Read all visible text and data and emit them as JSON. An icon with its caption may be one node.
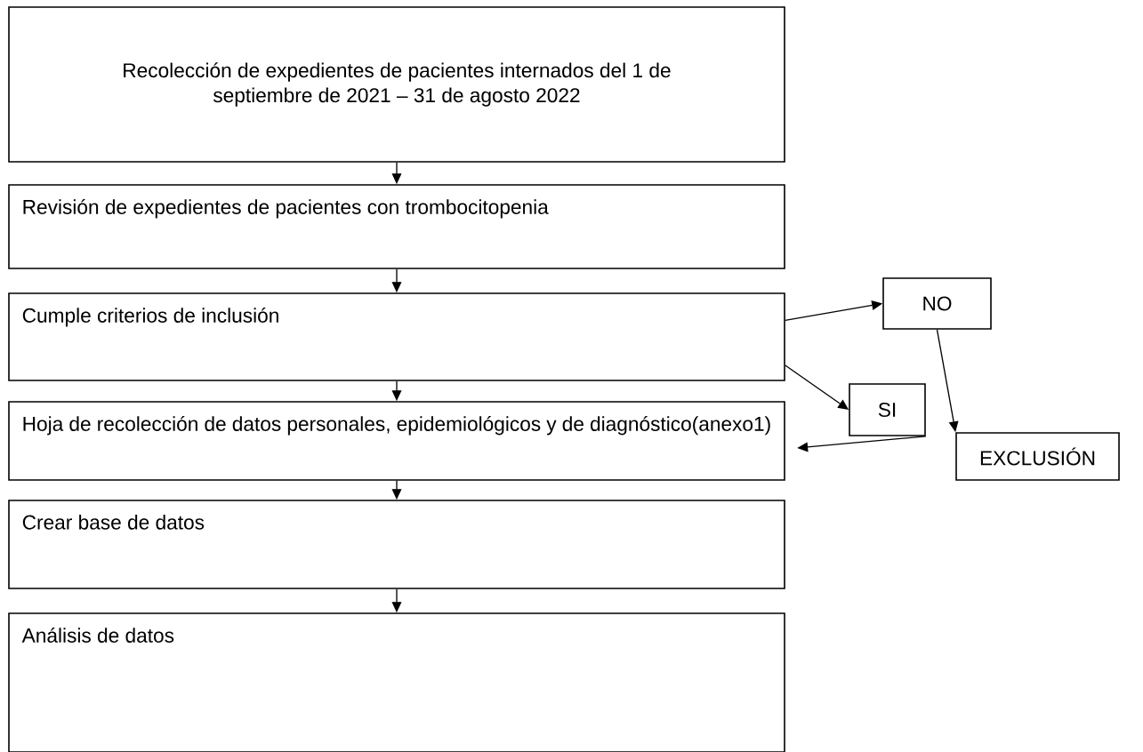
{
  "diagram": {
    "nodes": [
      {
        "text": [
          "Recolección de expedientes de pacientes internados del 1 de septiembre de 2021 – 31 de agosto 2022"
        ]
      },
      {
        "text": [
          "Revisión de expedientes de pacientes con trombocitopenia"
        ]
      },
      {
        "text": [
          "Cumple criterios de inclusión"
        ]
      },
      {
        "text": [
          "NO"
        ]
      },
      {
        "text": [
          "SI"
        ]
      },
      {
        "text": [
          "EXCLUSIÓN"
        ]
      },
      {
        "text": [
          "Hoja de recolección de datos personales, epidemiológicos y de diagnóstico(anexo1)"
        ]
      },
      {
        "text": [
          "Crear base de datos"
        ]
      },
      {
        "text": [
          "Análisis de datos"
        ]
      }
    ],
    "edges": [
      {
        "from": 0,
        "to": 1,
        "arrow": "to"
      },
      {
        "from": 1,
        "to": 2,
        "arrow": "to"
      },
      {
        "from": 2,
        "to": 3,
        "arrow": "to"
      },
      {
        "from": 2,
        "to": 4,
        "arrow": "to"
      },
      {
        "from": 3,
        "to": 5,
        "arrow": "to"
      },
      {
        "from": 4,
        "to": 6,
        "arrow": "to"
      },
      {
        "from": 2,
        "to": 6,
        "arrow": "to"
      },
      {
        "from": 6,
        "to": 7,
        "arrow": "to"
      },
      {
        "from": 7,
        "to": 8,
        "arrow": "to"
      }
    ]
  }
}
